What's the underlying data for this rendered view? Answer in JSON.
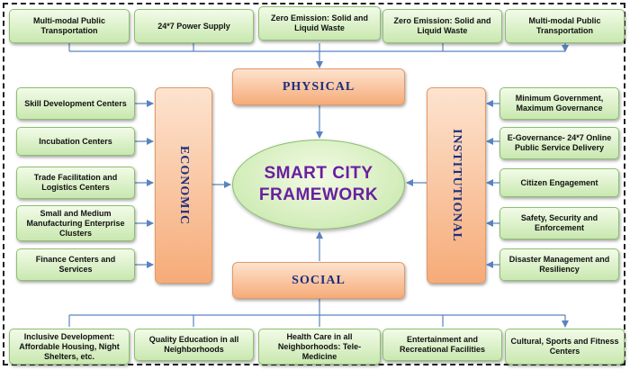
{
  "center": {
    "line1": "SMART CITY",
    "line2": "FRAMEWORK"
  },
  "pillars": {
    "physical": "PHYSICAL",
    "social": "SOCIAL",
    "economic": "ECONOMIC",
    "institutional": "INSTITUTIONAL"
  },
  "physical_items": [
    "Multi-modal Public Transportation",
    "24*7 Power Supply",
    "Zero Emission: Solid and Liquid Waste",
    "Zero Emission: Solid and Liquid Waste",
    "Multi-modal Public Transportation"
  ],
  "social_items": [
    "Inclusive Development: Affordable Housing, Night Shelters, etc.",
    "Quality Education in all Neighborhoods",
    "Health Care in all Neighborhoods: Tele-Medicine",
    "Entertainment and Recreational Facilities",
    "Cultural, Sports and Fitness Centers"
  ],
  "economic_items": [
    "Skill Development Centers",
    "Incubation Centers",
    "Trade Facilitation and Logistics Centers",
    "Small and Medium Manufacturing Enterprise Clusters",
    "Finance Centers and Services"
  ],
  "institutional_items": [
    "Minimum Government, Maximum Governance",
    "E-Governance- 24*7 Online Public Service Delivery",
    "Citizen Engagement",
    "Safety, Security and Enforcement",
    "Disaster Management and Resiliency"
  ],
  "colors": {
    "item_fill": "#c9e8b0",
    "pillar_fill": "#f6ab78",
    "pillar_text": "#1c2d7c",
    "center_text": "#6a1fa0",
    "connector": "#5a83c0"
  }
}
